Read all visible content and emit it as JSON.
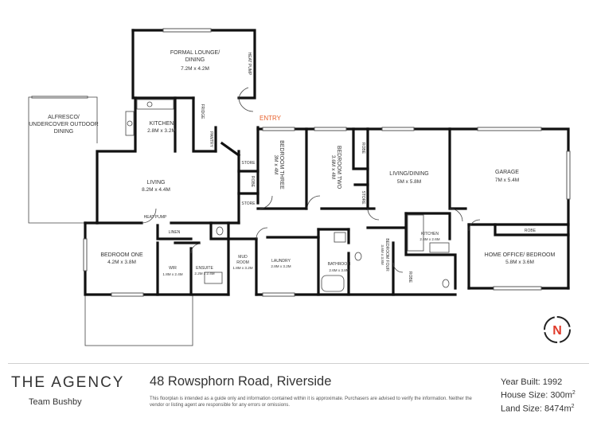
{
  "rooms": {
    "formal_lounge": {
      "name_1": "FORMAL LOUNGE/",
      "name_2": "DINING",
      "size": "7.2M x 4.2M"
    },
    "alfresco": {
      "name_1": "ALFRESCO/",
      "name_2": "UNDERCOVER OUTDOOR",
      "name_3": "DINING"
    },
    "kitchen_main": {
      "name": "KITCHEN",
      "size": "2.8M x 3.2M"
    },
    "living": {
      "name": "LIVING",
      "size": "8.2M x 4.4M"
    },
    "bedroom_three": {
      "name": "BEDROOM THREE",
      "size": "3M x 4M"
    },
    "bedroom_two": {
      "name": "BEDROOM TWO",
      "size": "3.6M x 4M"
    },
    "living_dining": {
      "name": "LIVING/DINING",
      "size": "5M x 5.8M"
    },
    "garage": {
      "name": "GARAGE",
      "size": "7M x 5.4M"
    },
    "bedroom_one": {
      "name": "BEDROOM ONE",
      "size": "4.2M x 3.8M"
    },
    "wir": {
      "name": "WIR",
      "size": "1.8M x 2.4M"
    },
    "ensuite": {
      "name": "ENSUITE",
      "size": "2.2M x 2.4M"
    },
    "mud_room": {
      "name_1": "MUD",
      "name_2": "ROOM",
      "size": "1.8M x 3.2M"
    },
    "laundry": {
      "name": "LAUNDRY",
      "size": "2.8M x 3.2M"
    },
    "bathroom": {
      "name": "BATHROOM",
      "size": "2.6M x 3.8M"
    },
    "bedroom_four": {
      "name": "BEDROOM FOUR",
      "size": "3.6M x 3.8M"
    },
    "kitchen_small": {
      "name": "KITCHEN",
      "size": "2.6M x 2.6M"
    },
    "home_office": {
      "name": "HOME OFFICE/ BEDROOM",
      "size": "5.8M x 3.6M"
    }
  },
  "fixtures": {
    "heat_pump_top": "HEAT PUMP",
    "heat_pump_living": "HEAT PUMP",
    "fridge": "FRIDGE",
    "pantry": "PANTRY",
    "store_1": "STORE",
    "store_2": "STORE",
    "store_3": "STORE",
    "robe_1": "ROBE",
    "robe_2": "ROBE",
    "robe_3": "ROBE",
    "robe_garage": "ROBE",
    "linen": "LINEN",
    "entry": "ENTRY"
  },
  "colors": {
    "entry": "#e8612c",
    "compass": "#e03a2a",
    "walls": "#111111"
  },
  "compass": {
    "letter": "N"
  },
  "footer": {
    "brand": "THE AGENCY",
    "team": "Team Bushby",
    "address": "48 Rowsphorn Road, Riverside",
    "disclaimer": "This floorplan is intended as a guide only and information contained within it is approximate. Purchasers are advised to verify the information. Neither the vendor or listing agent are responsible for any errors or omissions.",
    "year_built": "Year Built: 1992",
    "house_size_label": "House Size: 300m",
    "land_size_label": "Land Size: 8474m",
    "area_unit_sup": "2"
  }
}
